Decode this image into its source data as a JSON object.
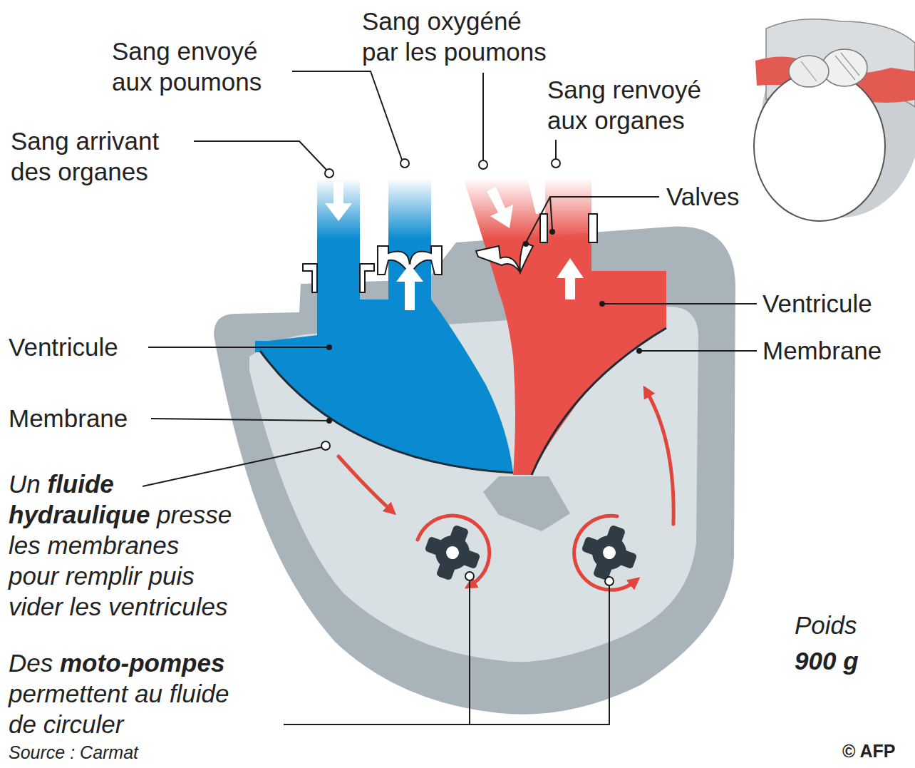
{
  "diagram": {
    "labels": [
      "Sang envoyé aux poumons",
      "Sang oxygéné par les poumons",
      "Sang renvoyé aux organes",
      "Sang arrivant des organes",
      "Valves",
      "Ventricule",
      "Membrane",
      "Ventricule",
      "Membrane",
      "Un fluide hydraulique presse les membranes pour remplir puis vider les ventricules",
      "Des moto-pompes permettent au fluide de circuler",
      "Poids",
      "900 g",
      "Source : Carmat",
      "© AFP"
    ]
  }
}
